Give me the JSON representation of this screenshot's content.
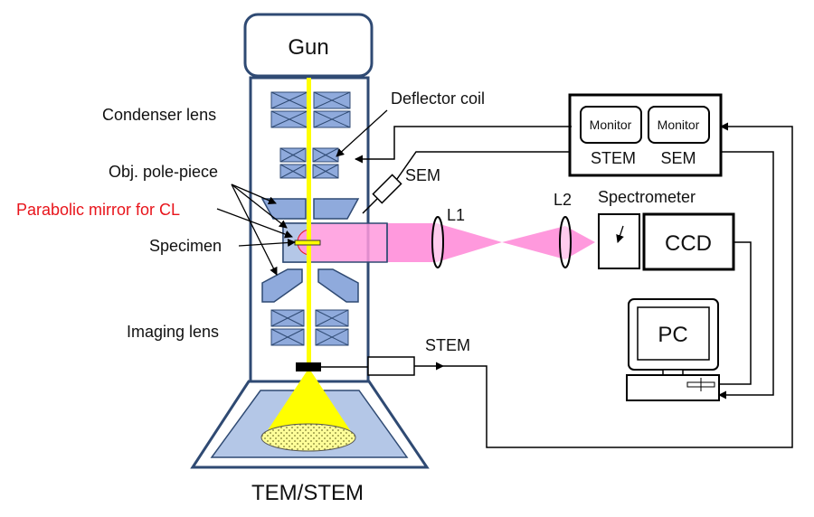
{
  "labels": {
    "gun": "Gun",
    "condenser_lens": "Condenser lens",
    "deflector_coil": "Deflector coil",
    "obj_pole_piece": "Obj. pole-piece",
    "parabolic_mirror": "Parabolic mirror for CL",
    "specimen": "Specimen",
    "imaging_lens": "Imaging lens",
    "tem_stem": "TEM/STEM",
    "sem_detector": "SEM",
    "stem_detector": "STEM",
    "lens_l1": "L1",
    "lens_l2": "L2",
    "spectrometer": "Spectrometer",
    "ccd": "CCD",
    "pc": "PC",
    "monitor_left": "Monitor",
    "monitor_right": "Monitor",
    "monitor_left_caption": "STEM",
    "monitor_right_caption": "SEM"
  },
  "colors": {
    "column_outline": "#2f4a73",
    "lens_fill": "#8faadc",
    "beam": "#ffff00",
    "light_cone": "#ff99dd",
    "screen_fill": "#b4c7e7",
    "detector_fill": "#000000",
    "label_highlight": "#e8141b"
  },
  "icons": {
    "column": "microscope-column-icon",
    "monitor": "monitor-icon",
    "pc": "desktop-computer-icon",
    "lens": "convex-lens-icon",
    "coil": "coil-icon"
  }
}
